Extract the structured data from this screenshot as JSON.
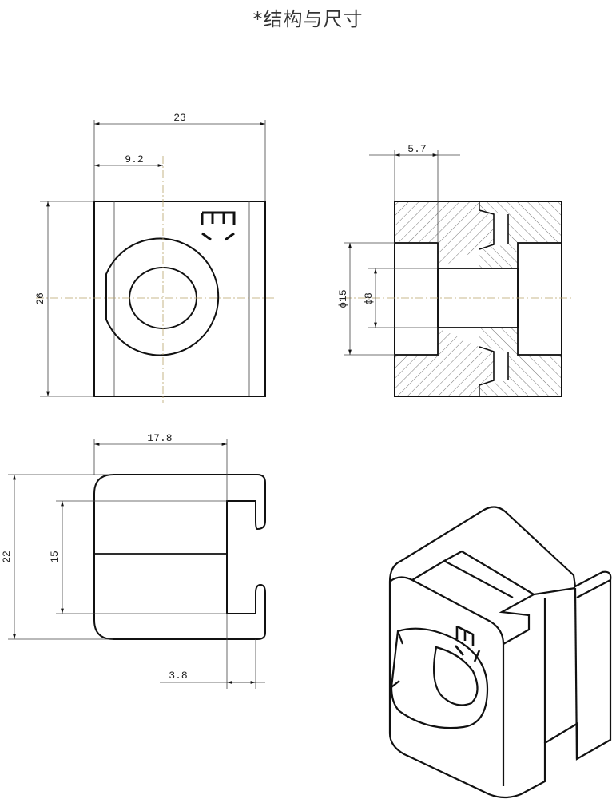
{
  "title": "*结构与尺寸",
  "dimensions": {
    "front_width": "23",
    "front_offset": "9.2",
    "front_height": "26",
    "section_offset": "5.7",
    "section_bore_large": "ϕ15",
    "section_bore_small": "ϕ8",
    "top_width": "17.8",
    "top_height": "22",
    "top_slot": "15",
    "top_gap": "3.8"
  },
  "icons": {
    "logo": "brand-logo-icon"
  }
}
